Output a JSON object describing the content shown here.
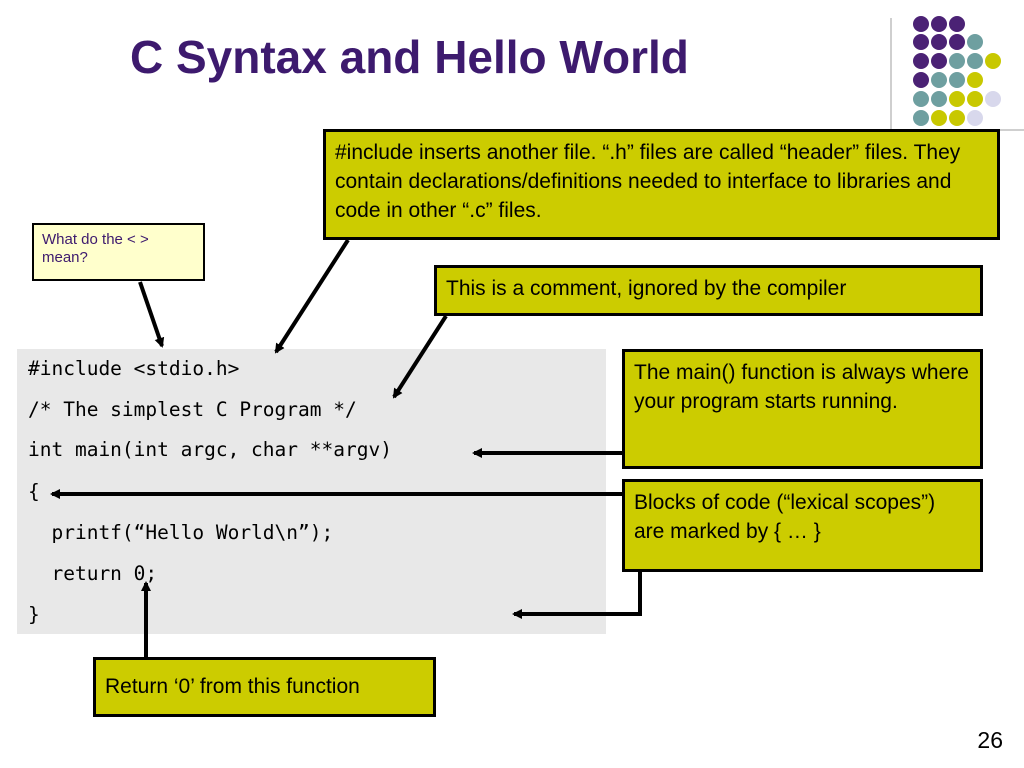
{
  "slide": {
    "title": "C Syntax and Hello World",
    "page_number": "26"
  },
  "code": {
    "lines": [
      "#include <stdio.h>",
      "/* The simplest C Program */",
      "int main(int argc, char **argv)",
      "{",
      "  printf(“Hello World\\n”);",
      "  return 0;",
      "}"
    ]
  },
  "callouts": {
    "include_note": "#include inserts another file.  “.h” files are called “header” files.  They contain declarations/definitions needed to interface to libraries and code in other “.c” files.",
    "angle_question": "What do the < > mean?",
    "comment_note": "This is a comment, ignored by the compiler",
    "main_note": "The main() function is always where your program starts running.",
    "blocks_note": "Blocks of code (“lexical scopes”) are marked by { … }",
    "return_note": "Return ‘0’ from this function"
  },
  "colors": {
    "title": "#3d1a6e",
    "callout_fill": "#cccc00",
    "note_fill": "#ffffcc",
    "code_bg": "#e8e8e8",
    "dot_purple": "#4b2275",
    "dot_teal": "#6e9fa0",
    "dot_olive": "#c8c800",
    "dot_lavender": "#d8d8ec"
  }
}
